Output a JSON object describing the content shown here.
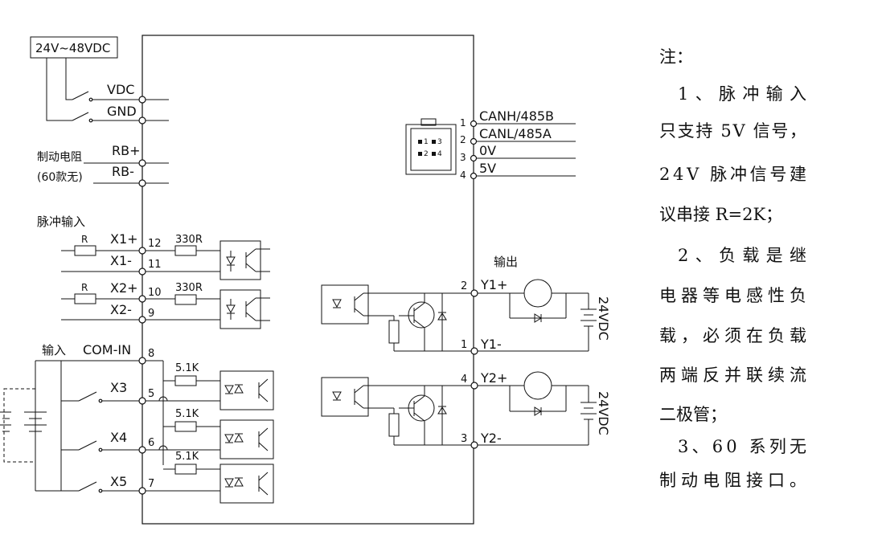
{
  "power": {
    "supply": "24V~48VDC",
    "vdc": "VDC",
    "gnd": "GND"
  },
  "brake": {
    "label1": "制动电阻",
    "label2": "(60款无)",
    "rbp": "RB+",
    "rbm": "RB-"
  },
  "pulse": {
    "title": "脉冲输入",
    "r": "R",
    "r330": "330R",
    "x1p": "X1+",
    "x1m": "X1-",
    "pin12": "12",
    "pin11": "11",
    "x2p": "X2+",
    "x2m": "X2-",
    "pin10": "10",
    "pin9": "9"
  },
  "inputs": {
    "title": "输入",
    "com": "COM-IN",
    "pin8": "8",
    "x3": "X3",
    "pin5": "5",
    "x4": "X4",
    "pin6": "6",
    "x5": "X5",
    "pin7": "7",
    "r51k": "5.1K"
  },
  "can": {
    "p1": "1",
    "p2": "2",
    "p3": "3",
    "p4": "4",
    "canh": "CANH/485B",
    "canl": "CANL/485A",
    "v0": "0V",
    "v5": "5V",
    "c1": "1",
    "c2": "2",
    "c3": "3",
    "c4": "4"
  },
  "outputs": {
    "title": "输出",
    "y1p": "Y1+",
    "y1m": "Y1-",
    "pin2": "2",
    "pin1": "1",
    "y2p": "Y2+",
    "y2m": "Y2-",
    "pin4": "4",
    "pin3": "3",
    "supply": "24VDC"
  },
  "notes": {
    "l1": "注：",
    "l2": "1、脉冲输入",
    "l3": "只支持 5V 信号，",
    "l4": "24V 脉冲信号建",
    "l5": "议串接 R=2K；",
    "l6": "2、负载是继",
    "l7": "电器等电感性负",
    "l8": "载，必须在负载",
    "l9": "两端反并联续流",
    "l10": "二极管；",
    "l11": "3、60 系列无",
    "l12": "制动电阻接口。"
  }
}
